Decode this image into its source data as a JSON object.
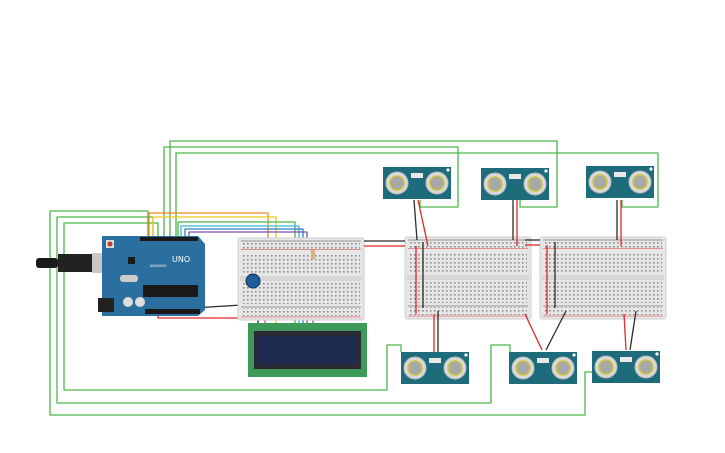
{
  "canvas": {
    "background": "#ffffff",
    "components": {
      "arduino": {
        "brand_text": "UNO",
        "maker_text": "ARDUINO",
        "color": "#2b6f9f"
      },
      "lcd": {
        "color": "#3e9a58",
        "screen_color": "#1e2b4f"
      },
      "breadboard_color": "#e4e4e4",
      "sensor": {
        "color": "#1d6b7b",
        "count": 6
      },
      "potentiometer_color": "#1f5c9a"
    },
    "wire_colors": {
      "green": "#4cb748",
      "red": "#e0272a",
      "black": "#2b2b2b",
      "orange": "#f08c21",
      "yellow": "#f2c81d",
      "cyan": "#3fb3d3",
      "blue": "#2a7fc3",
      "purple": "#7e4fa3",
      "pink": "#d0479b",
      "brown": "#8f6b40"
    }
  }
}
